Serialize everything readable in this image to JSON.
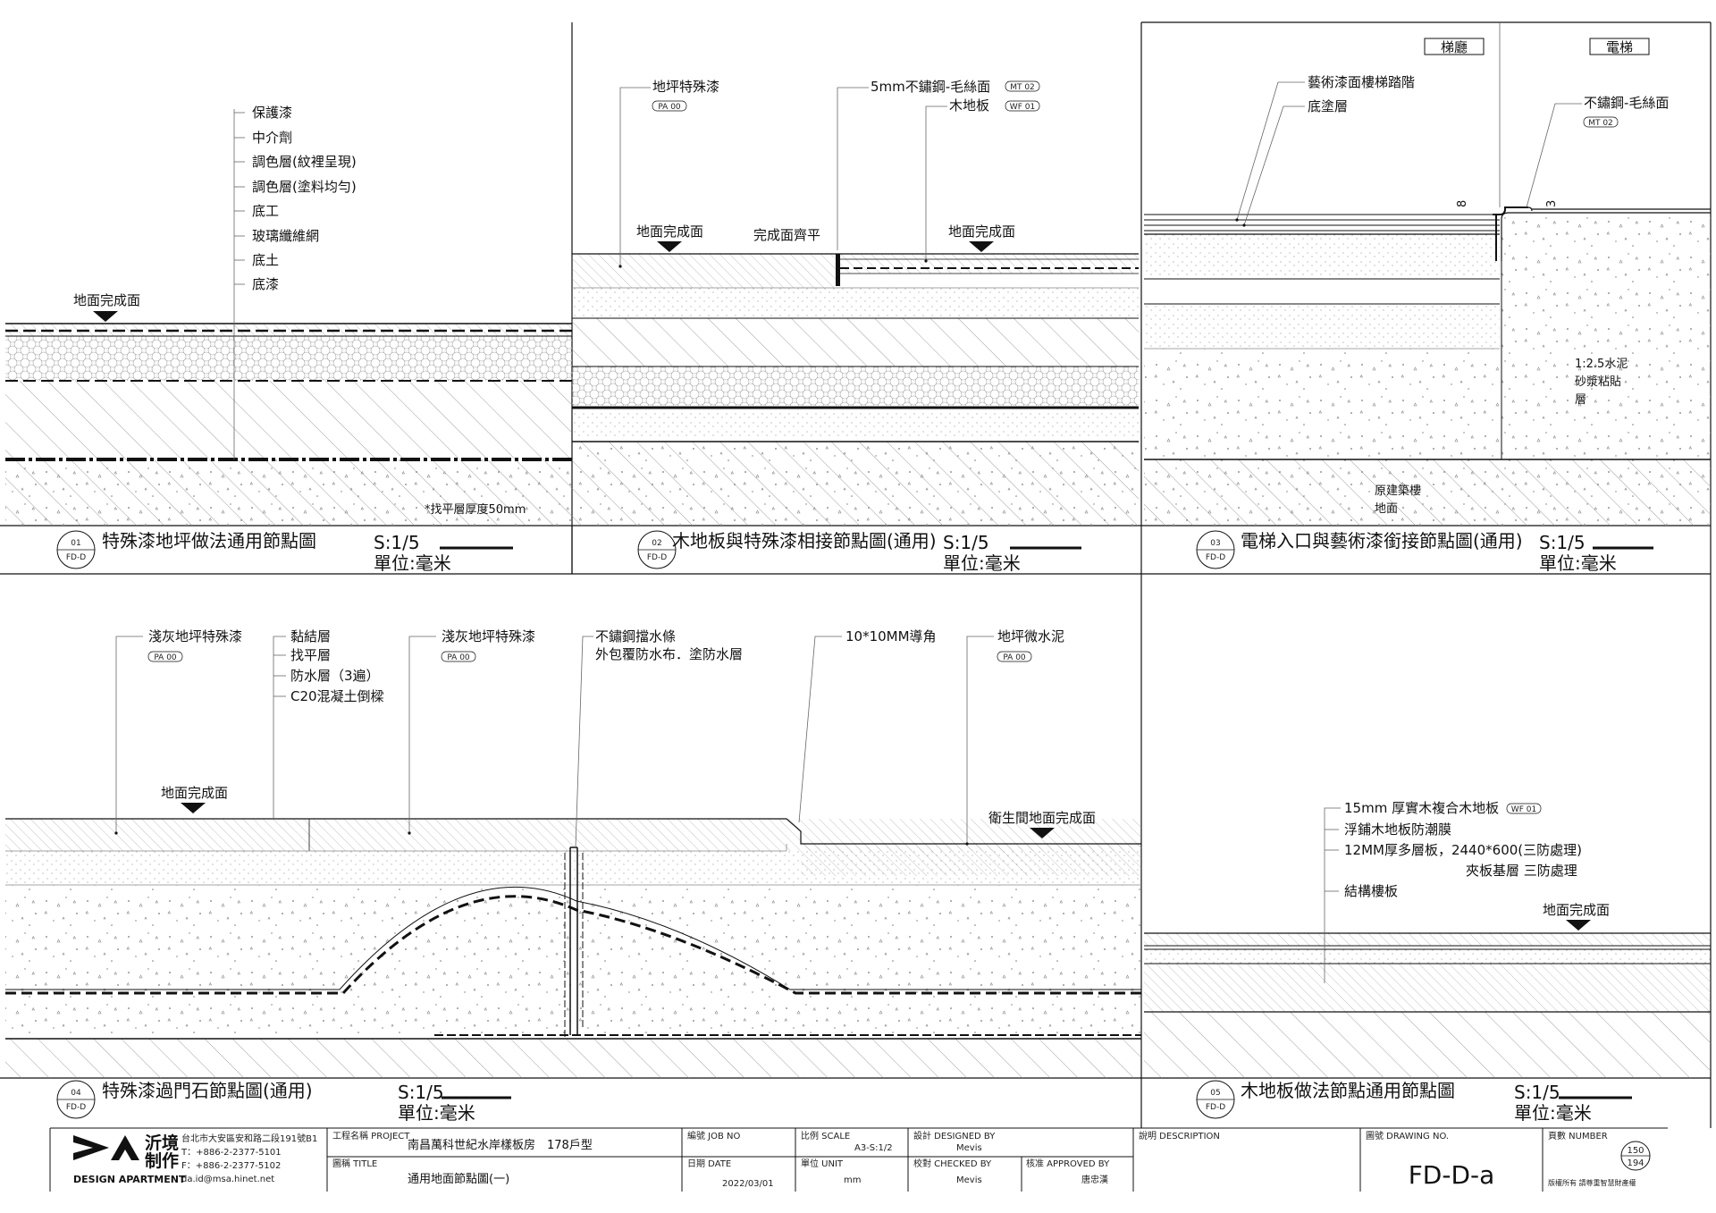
{
  "detail01": {
    "layers": [
      "保護漆",
      "中介劑",
      "調色層(紋裡呈現)",
      "調色層(塗料均勻)",
      "底工",
      "玻璃纖維網",
      "底土",
      "底漆"
    ],
    "finish_label": "地面完成面",
    "note": "*找平層厚度50mm",
    "num": "01",
    "ref": "FD-D",
    "title": "特殊漆地坪做法通用節點圖",
    "scale": "S:1/5",
    "unit": "單位:毫米"
  },
  "detail02": {
    "paint_label": "地坪特殊漆",
    "paint_tag": "PA 00",
    "steel_label": "5mm不鏽鋼-毛絲面",
    "steel_tag": "MT 02",
    "wood_label": "木地板",
    "wood_tag": "WF 01",
    "finish_left": "地面完成面",
    "flush_label": "完成面齊平",
    "finish_right": "地面完成面",
    "num": "02",
    "ref": "FD-D",
    "title": "木地板與特殊漆相接節點圖(通用)",
    "scale": "S:1/5",
    "unit": "單位:毫米"
  },
  "detail03": {
    "room_left": "梯廳",
    "room_right": "電梯",
    "art_label": "藝術漆面樓梯踏階",
    "base_label": "底塗層",
    "steel_label": "不鏽鋼-毛絲面",
    "steel_tag": "MT 02",
    "dim_8": "8",
    "dim_3": "3",
    "mortar_label": [
      "1:2.5水泥",
      "砂漿粘貼",
      "層"
    ],
    "slab_label": [
      "原建築樓",
      "地面"
    ],
    "num": "03",
    "ref": "FD-D",
    "title": "電梯入口與藝術漆銜接節點圖(通用)",
    "scale": "S:1/5",
    "unit": "單位:毫米"
  },
  "detail04": {
    "paint_left": "淺灰地坪特殊漆",
    "paint_left_tag": "PA 00",
    "layers": [
      "黏結層",
      "找平層",
      "防水層（3遍）",
      "C20混凝土倒樑"
    ],
    "paint_mid": "淺灰地坪特殊漆",
    "paint_mid_tag": "PA 00",
    "steel_label": "不鏽鋼擋水條",
    "steel_sub": "外包覆防水布．塗防水層",
    "chamfer_label": "10*10MM導角",
    "micro_label": "地坪微水泥",
    "micro_tag": "PA 00",
    "finish_left": "地面完成面",
    "finish_bath": "衛生間地面完成面",
    "num": "04",
    "ref": "FD-D",
    "title": "特殊漆過門石節點圖(通用)",
    "scale": "S:1/5",
    "unit": "單位:毫米"
  },
  "detail05": {
    "wood_label": "15mm 厚實木複合木地板",
    "wood_tag": "WF 01",
    "film_label": "浮鋪木地板防潮膜",
    "ply_label": "12MM厚多層板，2440*600(三防處理)",
    "base_label": "夾板基層 三防處理",
    "struct_label": "結構樓板",
    "finish_label": "地面完成面",
    "num": "05",
    "ref": "FD-D",
    "title": "木地板做法節點通用節點圖",
    "scale": "S:1/5",
    "unit": "單位:毫米"
  },
  "titleblock": {
    "logo_cn": "沂境制作",
    "logo_cn_1": "沂境",
    "logo_cn_2": "制作",
    "logo_en": "DESIGN APARTMENT",
    "address": "台北市大安區安和路二段191號B1",
    "tel": "T：+886-2-2377-5101",
    "fax": "F：+886-2-2377-5102",
    "email": "da.id@msa.hinet.net",
    "project_h": "工程名稱 PROJECT",
    "project": "南昌萬科世紀水岸樣板房　178戶型",
    "title_h": "圖稱 TITLE",
    "title": "通用地面節點圖(一)",
    "job_h": "編號 JOB NO",
    "job": "",
    "date_h": "日期 DATE",
    "date": "2022/03/01",
    "scale_h": "比例 SCALE",
    "scale": "A3-S:1/2",
    "unit_h": "單位 UNIT",
    "unit": "mm",
    "designed_h": "設計 DESIGNED BY",
    "designed": "Mevis",
    "checked_h": "校對 CHECKED BY",
    "checked": "Mevis",
    "approved_h": "核准 APPROVED BY",
    "approved": "唐忠漢",
    "desc_h": "說明 DESCRIPTION",
    "drawing_h": "圖號 DRAWING NO.",
    "drawing": "FD-D-a",
    "pages_h": "頁數 NUMBER",
    "page": "150",
    "pages": "194",
    "copyright": "版權所有 請尊重智慧財產權"
  }
}
